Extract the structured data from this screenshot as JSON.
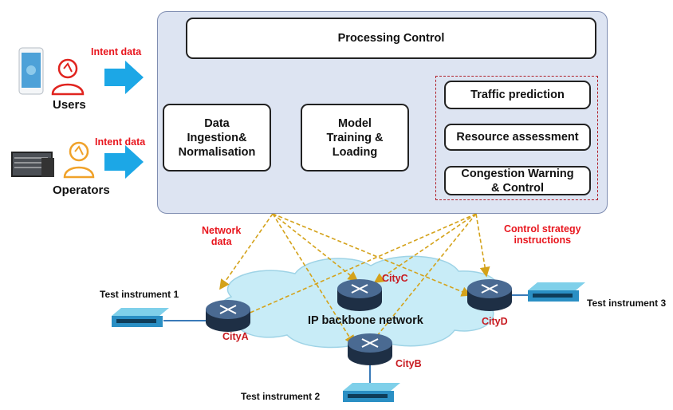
{
  "intent_label_users": "Intent data",
  "intent_label_operators": "Intent data",
  "users_label": "Users",
  "operators_label": "Operators",
  "processing_control": "Processing Control",
  "data_ingestion": [
    "Data",
    "Ingestion&",
    "Normalisation"
  ],
  "model_training": [
    "Model",
    "Training &",
    "Loading"
  ],
  "traffic_prediction": "Traffic prediction",
  "resource_assessment": "Resource assessment",
  "congestion_warning": [
    "Congestion Warning",
    "& Control"
  ],
  "network_data": [
    "Network",
    "data"
  ],
  "control_strategy": [
    "Control strategy",
    "instructions"
  ],
  "backbone_label": "IP backbone network",
  "cities": {
    "a": "CityA",
    "b": "CityB",
    "c": "CityC",
    "d": "CityD"
  },
  "test_instruments": {
    "one": "Test instrument 1",
    "two": "Test instrument 2",
    "three": "Test instrument 3"
  },
  "colors": {
    "accent_red": "#e8161e",
    "arrow_blue": "#1ca7e6",
    "dashed_gold": "#d4a21a",
    "panel_bg": "#dde4f2",
    "cloud": "#c8ecf7"
  },
  "icons": [
    "smartphone-icon",
    "user-icon",
    "monitor-icon",
    "operator-icon",
    "router-icon",
    "test-instrument-icon"
  ]
}
